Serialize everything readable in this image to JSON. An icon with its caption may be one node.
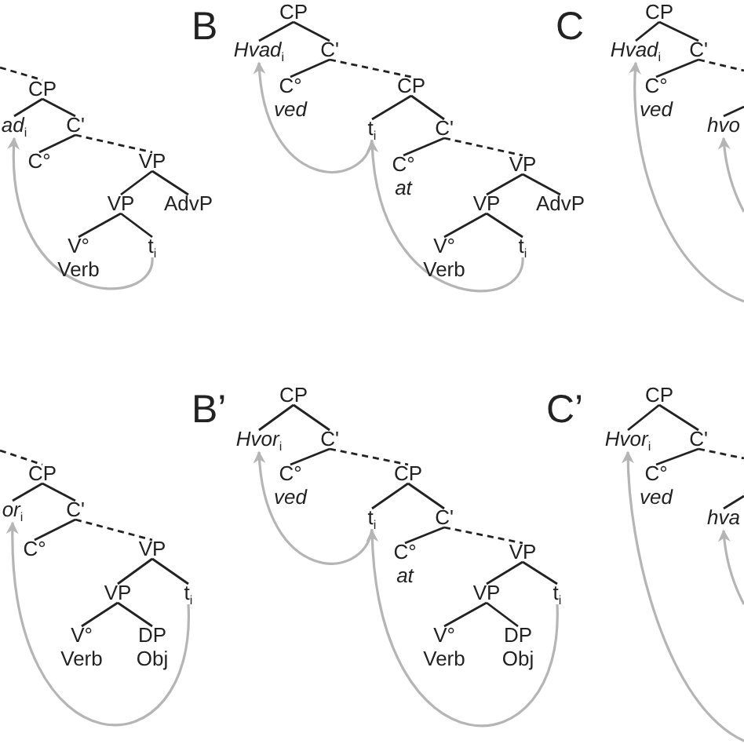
{
  "diagram": {
    "nodes": [
      {
        "text": [
          "CP"
        ]
      },
      {
        "text": [
          "ad$_{i}$"
        ]
      },
      {
        "text": [
          "C'"
        ]
      },
      {
        "text": [
          "C°"
        ]
      },
      {
        "text": [
          "VP"
        ]
      },
      {
        "text": [
          "VP"
        ]
      },
      {
        "text": [
          "AdvP"
        ]
      },
      {
        "text": [
          "V°",
          "Verb"
        ]
      },
      {
        "text": [
          "t$_{i}$"
        ]
      },
      {
        "text": [
          "CP"
        ]
      },
      {
        "text": [
          "Hvad$_{i}$"
        ]
      },
      {
        "text": [
          "C'"
        ]
      },
      {
        "text": [
          "C°",
          "ved"
        ]
      },
      {
        "text": [
          "CP"
        ]
      },
      {
        "text": [
          "t$_{i}$"
        ]
      },
      {
        "text": [
          "C'"
        ]
      },
      {
        "text": [
          "C°",
          "at"
        ]
      },
      {
        "text": [
          "VP"
        ]
      },
      {
        "text": [
          "VP"
        ]
      },
      {
        "text": [
          "AdvP"
        ]
      },
      {
        "text": [
          "V°",
          "Verb"
        ]
      },
      {
        "text": [
          "t$_{i}$"
        ]
      },
      {
        "text": [
          "CP"
        ]
      },
      {
        "text": [
          "Hvad$_{i}$"
        ]
      },
      {
        "text": [
          "C'"
        ]
      },
      {
        "text": [
          "C°",
          "ved"
        ]
      },
      {
        "text": [
          "hvo"
        ]
      },
      {
        "text": [
          "CP"
        ]
      },
      {
        "text": [
          "or$_{i}$"
        ]
      },
      {
        "text": [
          "C'"
        ]
      },
      {
        "text": [
          "C°"
        ]
      },
      {
        "text": [
          "VP"
        ]
      },
      {
        "text": [
          "VP"
        ]
      },
      {
        "text": [
          "t$_{i}$"
        ]
      },
      {
        "text": [
          "V°",
          "Verb"
        ]
      },
      {
        "text": [
          "DP",
          "Obj"
        ]
      },
      {
        "text": [
          "CP"
        ]
      },
      {
        "text": [
          "Hvor$_{i}$"
        ]
      },
      {
        "text": [
          "C'"
        ]
      },
      {
        "text": [
          "C°",
          "ved"
        ]
      },
      {
        "text": [
          "CP"
        ]
      },
      {
        "text": [
          "t$_{i}$"
        ]
      },
      {
        "text": [
          "C'"
        ]
      },
      {
        "text": [
          "C°",
          "at"
        ]
      },
      {
        "text": [
          "VP"
        ]
      },
      {
        "text": [
          "VP"
        ]
      },
      {
        "text": [
          "t$_{i}$"
        ]
      },
      {
        "text": [
          "V°",
          "Verb"
        ]
      },
      {
        "text": [
          "DP",
          "Obj"
        ]
      },
      {
        "text": [
          "CP"
        ]
      },
      {
        "text": [
          "Hvor$_{i}$"
        ]
      },
      {
        "text": [
          "C'"
        ]
      },
      {
        "text": [
          "C°",
          "ved"
        ]
      },
      {
        "text": [
          "hva"
        ]
      }
    ],
    "edges": [
      {
        "from": null,
        "to": 0,
        "arrow": "none",
        "style": "dashed"
      },
      {
        "from": 0,
        "to": 1,
        "arrow": "none"
      },
      {
        "from": 0,
        "to": 2,
        "arrow": "none"
      },
      {
        "from": 2,
        "to": 3,
        "arrow": "none"
      },
      {
        "from": 2,
        "to": 4,
        "arrow": "none",
        "style": "dashed"
      },
      {
        "from": 4,
        "to": 5,
        "arrow": "none"
      },
      {
        "from": 4,
        "to": 6,
        "arrow": "none"
      },
      {
        "from": 5,
        "to": 7,
        "arrow": "none"
      },
      {
        "from": 5,
        "to": 8,
        "arrow": "none"
      },
      {
        "from": 8,
        "to": 1,
        "arrow": "to",
        "color": "#b5b5b5"
      },
      {
        "from": 9,
        "to": 10,
        "arrow": "none"
      },
      {
        "from": 9,
        "to": 11,
        "arrow": "none"
      },
      {
        "from": 11,
        "to": 12,
        "arrow": "none"
      },
      {
        "from": 11,
        "to": 13,
        "arrow": "none",
        "style": "dashed"
      },
      {
        "from": 13,
        "to": 14,
        "arrow": "none"
      },
      {
        "from": 13,
        "to": 15,
        "arrow": "none"
      },
      {
        "from": 15,
        "to": 16,
        "arrow": "none"
      },
      {
        "from": 15,
        "to": 17,
        "arrow": "none",
        "style": "dashed"
      },
      {
        "from": 17,
        "to": 18,
        "arrow": "none"
      },
      {
        "from": 17,
        "to": 19,
        "arrow": "none"
      },
      {
        "from": 18,
        "to": 20,
        "arrow": "none"
      },
      {
        "from": 18,
        "to": 21,
        "arrow": "none"
      },
      {
        "from": 21,
        "to": 14,
        "arrow": "to",
        "color": "#b5b5b5"
      },
      {
        "from": 14,
        "to": 10,
        "arrow": "to",
        "color": "#b5b5b5"
      },
      {
        "from": 22,
        "to": 23,
        "arrow": "none"
      },
      {
        "from": 22,
        "to": 24,
        "arrow": "none"
      },
      {
        "from": 24,
        "to": 25,
        "arrow": "none"
      },
      {
        "from": 24,
        "to": null,
        "arrow": "none",
        "style": "dashed"
      },
      {
        "from": null,
        "to": 26,
        "arrow": "none"
      },
      {
        "from": null,
        "to": 23,
        "arrow": "to",
        "color": "#b5b5b5"
      },
      {
        "from": null,
        "to": 26,
        "arrow": "to",
        "color": "#b5b5b5"
      },
      {
        "from": null,
        "to": 27,
        "arrow": "none",
        "style": "dashed"
      },
      {
        "from": 27,
        "to": 28,
        "arrow": "none"
      },
      {
        "from": 27,
        "to": 29,
        "arrow": "none"
      },
      {
        "from": 29,
        "to": 30,
        "arrow": "none"
      },
      {
        "from": 29,
        "to": 31,
        "arrow": "none",
        "style": "dashed"
      },
      {
        "from": 31,
        "to": 32,
        "arrow": "none"
      },
      {
        "from": 31,
        "to": 33,
        "arrow": "none"
      },
      {
        "from": 32,
        "to": 34,
        "arrow": "none"
      },
      {
        "from": 32,
        "to": 35,
        "arrow": "none"
      },
      {
        "from": 33,
        "to": 28,
        "arrow": "to",
        "color": "#b5b5b5"
      },
      {
        "from": 36,
        "to": 37,
        "arrow": "none"
      },
      {
        "from": 36,
        "to": 38,
        "arrow": "none"
      },
      {
        "from": 38,
        "to": 39,
        "arrow": "none"
      },
      {
        "from": 38,
        "to": 40,
        "arrow": "none",
        "style": "dashed"
      },
      {
        "from": 40,
        "to": 41,
        "arrow": "none"
      },
      {
        "from": 40,
        "to": 42,
        "arrow": "none"
      },
      {
        "from": 42,
        "to": 43,
        "arrow": "none"
      },
      {
        "from": 42,
        "to": 44,
        "arrow": "none",
        "style": "dashed"
      },
      {
        "from": 44,
        "to": 45,
        "arrow": "none"
      },
      {
        "from": 44,
        "to": 46,
        "arrow": "none"
      },
      {
        "from": 45,
        "to": 47,
        "arrow": "none"
      },
      {
        "from": 45,
        "to": 48,
        "arrow": "none"
      },
      {
        "from": 46,
        "to": 41,
        "arrow": "to",
        "color": "#b5b5b5"
      },
      {
        "from": 41,
        "to": 37,
        "arrow": "to",
        "color": "#b5b5b5"
      },
      {
        "from": 49,
        "to": 50,
        "arrow": "none"
      },
      {
        "from": 49,
        "to": 51,
        "arrow": "none"
      },
      {
        "from": 51,
        "to": 52,
        "arrow": "none"
      },
      {
        "from": 51,
        "to": null,
        "arrow": "none",
        "style": "dashed"
      },
      {
        "from": null,
        "to": 53,
        "arrow": "none"
      },
      {
        "from": null,
        "to": 50,
        "arrow": "to",
        "color": "#b5b5b5"
      },
      {
        "from": null,
        "to": 53,
        "arrow": "to",
        "color": "#b5b5b5"
      }
    ],
    "labels": [
      "B",
      "C",
      "B’",
      "C’"
    ]
  }
}
